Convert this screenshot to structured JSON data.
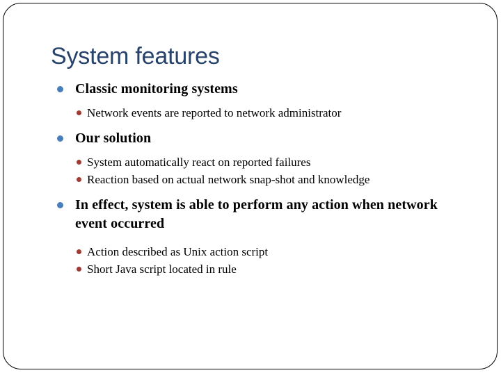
{
  "slide": {
    "title": "System features",
    "title_color": "#27436B",
    "background_color": "#ffffff",
    "border_color": "#000000",
    "level1_bullet_color": "#4A7EBB",
    "level2_bullet_color": "#A03A32",
    "body_text_color": "#000000",
    "content": [
      {
        "level": 1,
        "text": "Classic monitoring systems"
      },
      {
        "level": 2,
        "text": "Network events are reported to network administrator"
      },
      {
        "level": 1,
        "text": "Our solution"
      },
      {
        "level": 2,
        "text": "System automatically react on reported failures"
      },
      {
        "level": 2,
        "text": "Reaction based on actual network snap-shot and knowledge"
      },
      {
        "level": 1,
        "text": "In effect, system is able to perform any action when network event occurred"
      },
      {
        "level": 2,
        "text": "Action described as Unix action script"
      },
      {
        "level": 2,
        "text": "Short Java script located in rule"
      }
    ]
  }
}
